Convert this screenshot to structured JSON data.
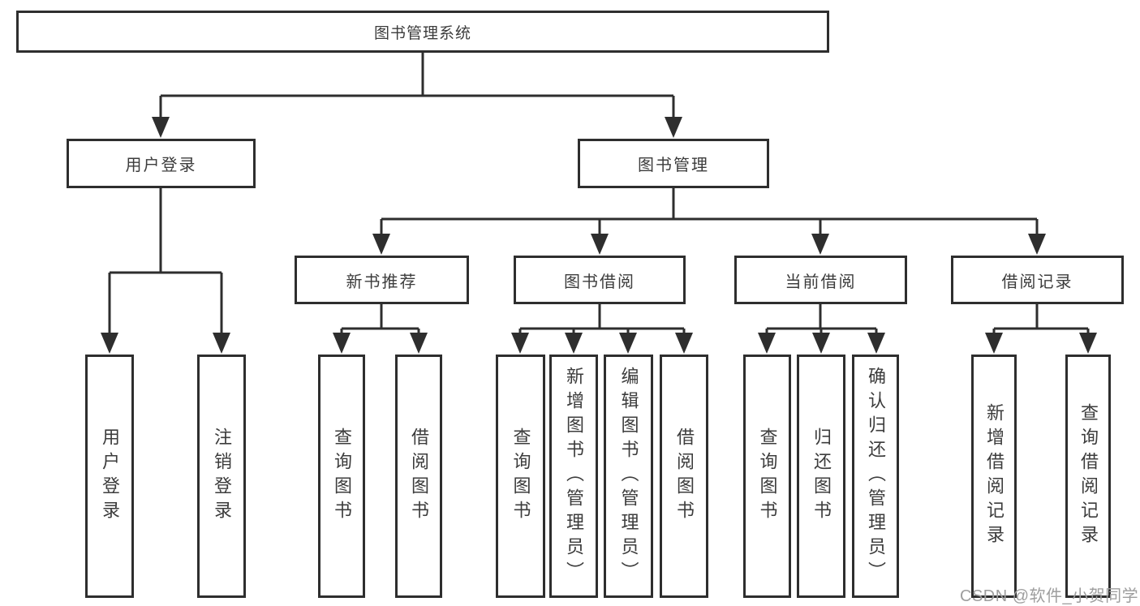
{
  "colors": {
    "line": "#2e2e2e",
    "text": "#3c3c3c",
    "background": "#ffffff",
    "watermark": "#9e9e9e"
  },
  "watermark": {
    "text": "CSDN @软件_小贺同学"
  },
  "diagram": {
    "root": {
      "label": "图书管理系统"
    },
    "branches": [
      {
        "label": "用户登录",
        "children": [
          {
            "label": "用户登录"
          },
          {
            "label": "注销登录"
          }
        ]
      },
      {
        "label": "图书管理",
        "children": [
          {
            "label": "新书推荐",
            "children": [
              {
                "label": "查询图书"
              },
              {
                "label": "借阅图书"
              }
            ]
          },
          {
            "label": "图书借阅",
            "children": [
              {
                "label": "查询图书"
              },
              {
                "label": "新增图书（管理员）"
              },
              {
                "label": "编辑图书（管理员）"
              },
              {
                "label": "借阅图书"
              }
            ]
          },
          {
            "label": "当前借阅",
            "children": [
              {
                "label": "查询图书"
              },
              {
                "label": "归还图书"
              },
              {
                "label": "确认归还（管理员）"
              }
            ]
          },
          {
            "label": "借阅记录",
            "children": [
              {
                "label": "新增借阅记录"
              },
              {
                "label": "查询借阅记录"
              }
            ]
          }
        ]
      }
    ]
  }
}
